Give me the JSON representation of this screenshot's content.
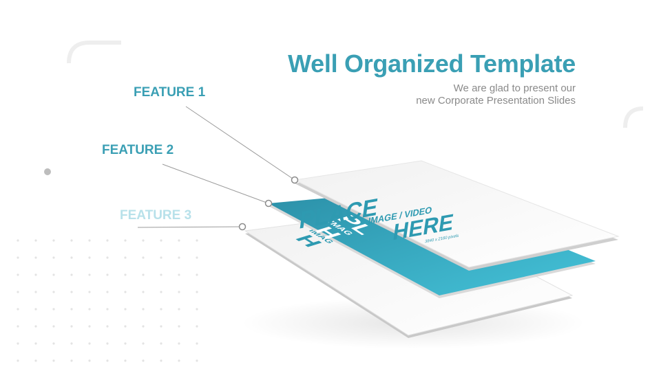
{
  "header": {
    "title": "Well Organized Template",
    "subtitle_line1": "We are glad to present our",
    "subtitle_line2": "new Corporate Presentation Slides"
  },
  "features": [
    {
      "label": "FEATURE 1"
    },
    {
      "label": "FEATURE 2"
    },
    {
      "label": "FEATURE 3"
    }
  ],
  "placeholder": {
    "line1": "PLACE",
    "line2": "IMAGE / VIDEO",
    "line3": "HERE",
    "size_note": "3840 x 2160 pixels",
    "partial1": "PL",
    "partial2": "IMAG",
    "partial3": "H"
  },
  "colors": {
    "accent": "#3a9fb4",
    "accent_light": "#b8e1ea",
    "subtitle": "#8a8a8a",
    "teal_card": "#2fa3bb"
  }
}
